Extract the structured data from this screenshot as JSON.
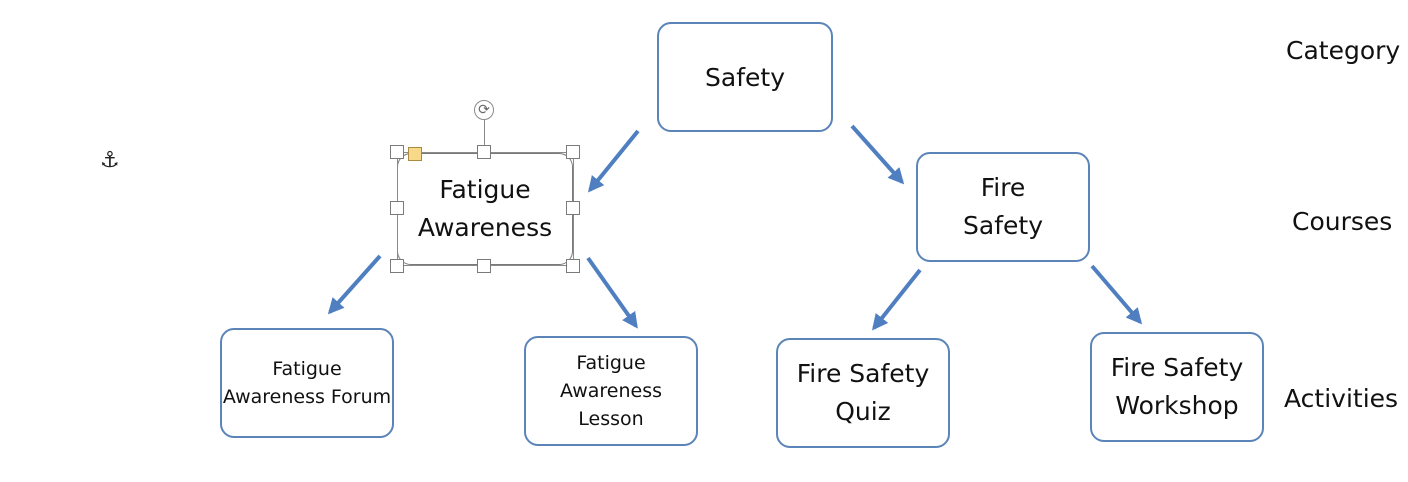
{
  "row_labels": {
    "category": "Category",
    "courses": "Courses",
    "activities": "Activities"
  },
  "nodes": {
    "safety": "Safety",
    "fatigue_awareness": "Fatigue\nAwareness",
    "fire_safety": "Fire\nSafety",
    "fatigue_forum": "Fatigue\nAwareness Forum",
    "fatigue_lesson": "Fatigue\nAwareness Lesson",
    "fire_quiz": "Fire Safety\nQuiz",
    "fire_workshop": "Fire Safety\nWorkshop"
  },
  "icons": {
    "anchor": "anchor-icon",
    "rotate": "rotate-icon"
  },
  "colors": {
    "arrow": "#4f7fc0",
    "node_border": "#5b84b8",
    "selected_handle": "#f8d98a"
  },
  "selected_node": "fatigue_awareness"
}
